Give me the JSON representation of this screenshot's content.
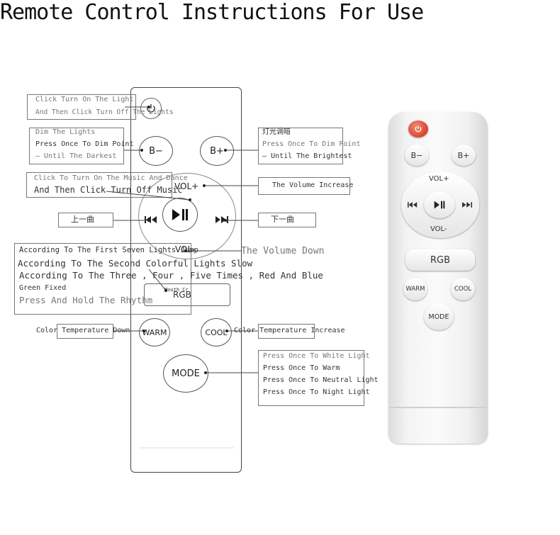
{
  "title": "Remote Control Instructions For Use",
  "outline_remote": {
    "power_icon": "power-icon",
    "b_minus": "B−",
    "b_plus": "B+",
    "vol_plus": "VOL+",
    "vol_minus": "VOL-",
    "play_pause_icon": "play-pause-icon",
    "prev_icon": "previous-icon",
    "next_icon": "next-icon",
    "rgb": "RGB",
    "warm": "WARM",
    "cool": "COOL",
    "mode": "MODE"
  },
  "annotations": {
    "power": [
      "Click Turn On The Light",
      "And Then Click Turn Off The Lights"
    ],
    "b_minus": [
      "Dim The Lights",
      "Press Once To Dim Point",
      "— Until The Darkest"
    ],
    "b_plus": [
      "灯光调暗",
      "Press Once To Dim Point",
      "— Until The Brightest"
    ],
    "play": [
      "Click To Turn On The Music And Dance",
      "And Then Click Turn Off Music"
    ],
    "vol_plus": "The Volume Increase",
    "prev": "上一曲",
    "next": "下一曲",
    "vol_minus": "The Volume Down",
    "rgb": [
      "According To The First Seven Lights Jump",
      "According To The Second Colorful Lights Slow",
      "According To The Three , Four , Five Times , Red And Blue",
      "Green Fixed",
      "Press And Hold The Rhythm"
    ],
    "mouth_cr": "Mouth Cr",
    "warm": "Color Temperature Down",
    "cool": "Color Temperature Increase",
    "mode": [
      "Press Once To White Light",
      "Press Once To Warm",
      "Press Once To Neutral Light",
      "Press Once To Night Light"
    ]
  },
  "photo_remote": {
    "b_minus": "B−",
    "b_plus": "B+",
    "vol_plus": "VOL+",
    "vol_minus": "VOL-",
    "rgb": "RGB",
    "warm": "WARM",
    "cool": "COOL",
    "mode": "MODE",
    "power_color": "#d9442f"
  }
}
